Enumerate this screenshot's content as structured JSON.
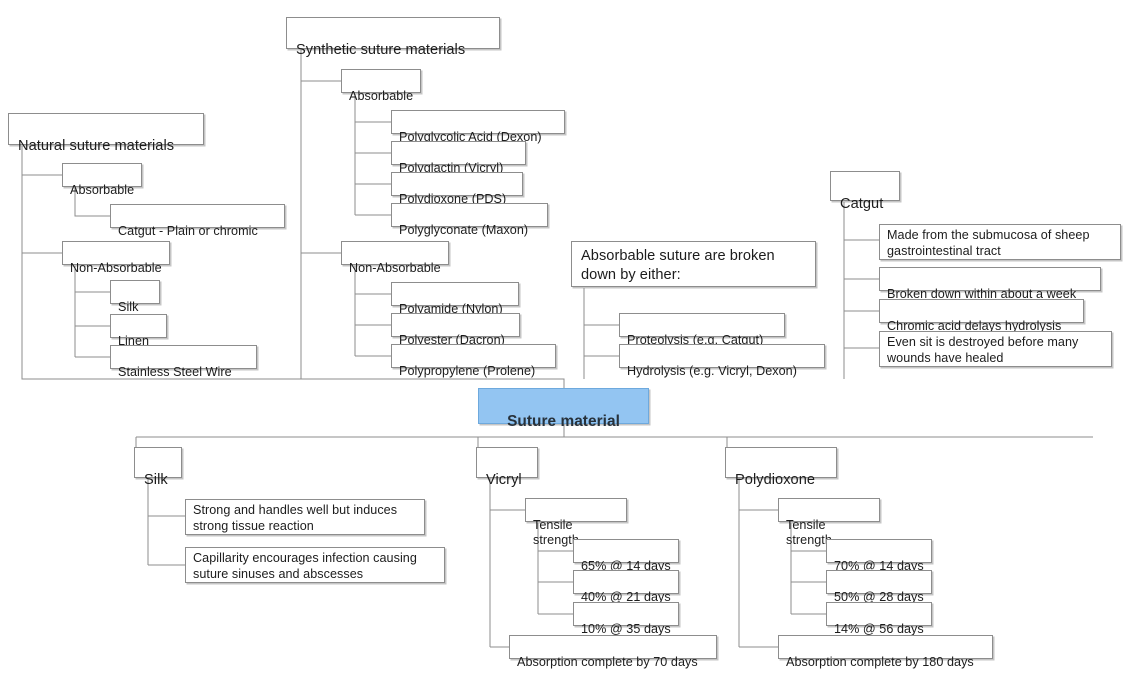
{
  "diagram": {
    "title": "Suture material",
    "center": {
      "label": "Suture material",
      "color": "#93c5f2"
    },
    "branches": {
      "natural": {
        "label": "Natural suture materials",
        "absorbable": {
          "label": "Absorbable",
          "items": [
            "Catgut - Plain or chromic"
          ]
        },
        "non_absorbable": {
          "label": "Non-Absorbable",
          "items": [
            "Silk",
            "Linen",
            "Stainless Steel Wire"
          ]
        }
      },
      "synthetic": {
        "label": "Synthetic suture materials",
        "absorbable": {
          "label": "Absorbable",
          "items": [
            "Polyglycolic Acid (Dexon)",
            "Polyglactin (Vicryl)",
            "Polydioxone (PDS)",
            "Polyglyconate (Maxon)"
          ]
        },
        "non_absorbable": {
          "label": "Non-Absorbable",
          "items": [
            "Polyamide (Nylon)",
            "Polyester (Dacron)",
            "Polypropylene (Prolene)"
          ]
        }
      },
      "breakdown": {
        "label": "Absorbable suture are broken down by either:",
        "items": [
          "Proteolysis (e.g. Catgut)",
          "Hydrolysis (e.g. Vicryl, Dexon)"
        ]
      },
      "catgut": {
        "label": "Catgut",
        "items": [
          "Made from the submucosa of sheep gastrointestinal tract",
          "Broken down within about a week",
          "Chromic acid delays hydrolysis",
          "Even sit is destroyed before many wounds have healed"
        ]
      },
      "silk": {
        "label": "Silk",
        "items": [
          "Strong and handles well but induces strong tissue reaction",
          "Capillarity encourages infection causing suture sinuses and abscesses"
        ]
      },
      "vicryl": {
        "label": "Vicryl",
        "tensile": {
          "label": "Tensile strength",
          "items": [
            "65% @ 14 days",
            "40% @ 21 days",
            "10% @ 35 days"
          ]
        },
        "absorption": "Absorption complete by 70 days"
      },
      "polydioxone": {
        "label": "Polydioxone",
        "tensile": {
          "label": "Tensile strength",
          "items": [
            "70% @ 14 days",
            "50% @ 28 days",
            "14% @ 56 days"
          ]
        },
        "absorption": "Absorption complete by 180 days"
      }
    }
  }
}
